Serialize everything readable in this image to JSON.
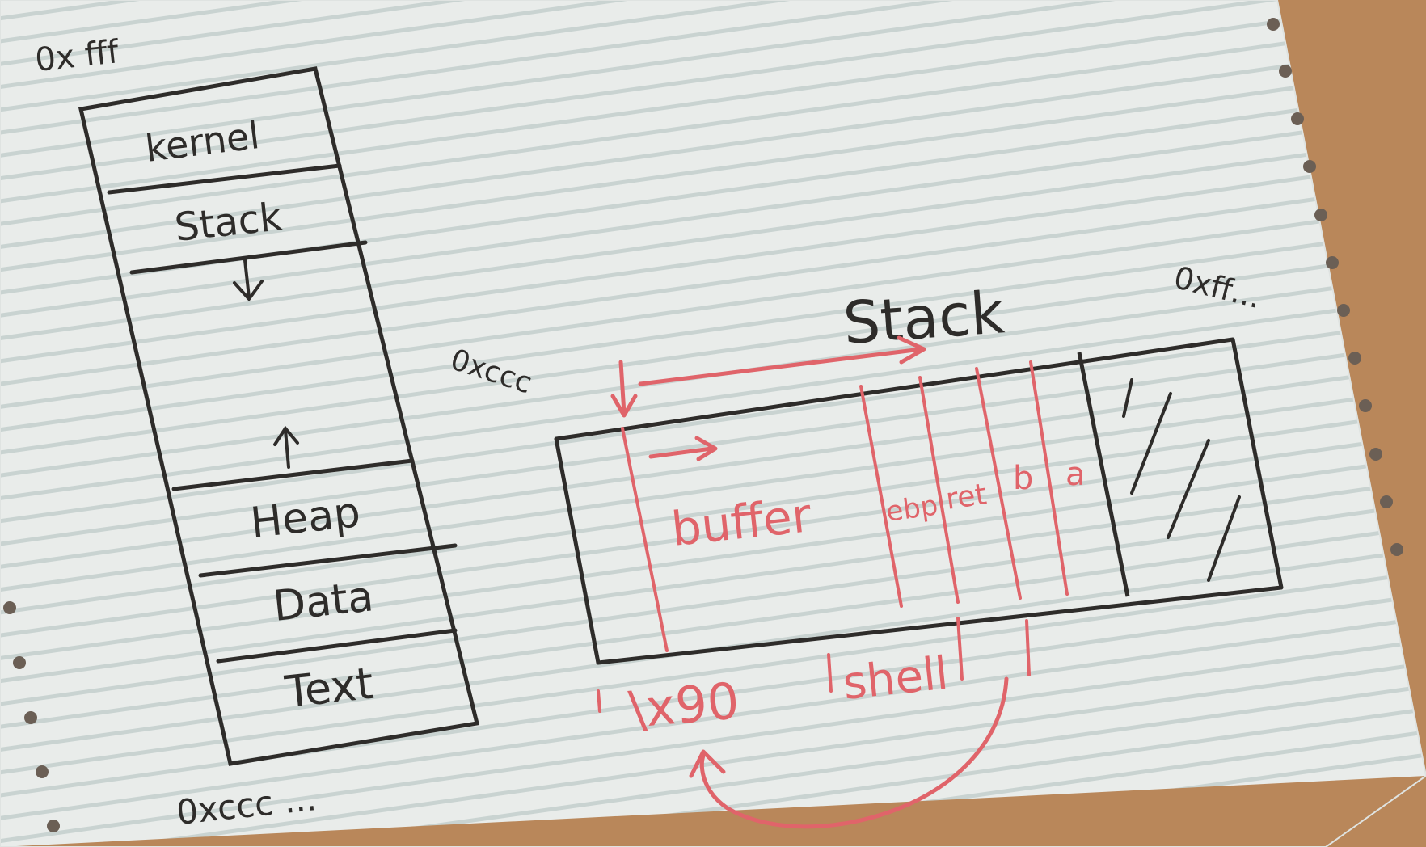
{
  "memory_layout": {
    "top_address": "0x fff",
    "bottom_address": "0xccc ...",
    "segments": {
      "kernel": "kernel",
      "stack": "Stack",
      "heap": "Heap",
      "data": "Data",
      "text": "Text"
    }
  },
  "stack_frame": {
    "title": "Stack",
    "low_address": "0xccc",
    "high_address": "0xff...",
    "cells": {
      "buffer": "buffer",
      "ebp": "ebp",
      "ret": "ret",
      "b": "b",
      "a": "a"
    },
    "payload": {
      "nop_sled": "\\x90",
      "shellcode": "shell"
    }
  },
  "colors": {
    "paper": "#e9ecea",
    "paper_lines": "#c9d3d1",
    "desk": "#b9875a",
    "black_ink": "#2e2c2a",
    "red_ink": "#e0646a"
  }
}
